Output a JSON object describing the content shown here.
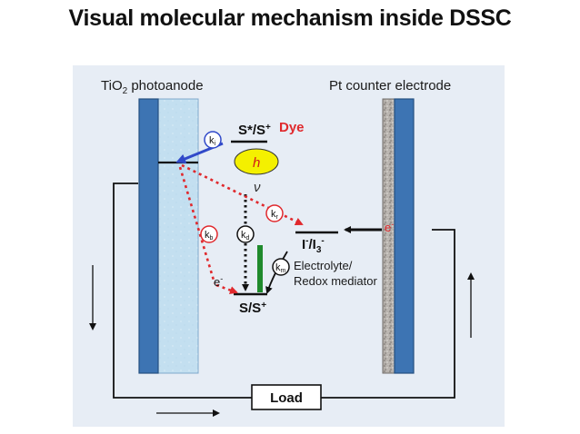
{
  "title": "Visual molecular mechanism inside DSSC",
  "labels": {
    "photoanode_prefix": "TiO",
    "photoanode_sub": "2",
    "photoanode_suffix": " photoanode",
    "counter_electrode": "Pt counter electrode",
    "excited_state": "S*/S",
    "excited_state_sup": "+",
    "dye": "Dye",
    "photon_h": "h",
    "photon_nu": "ν",
    "ground_state": "S/S",
    "ground_state_sup": "+",
    "redox_iodide": "I",
    "redox_iodide_sup": "-",
    "redox_slash": "/I",
    "redox_triiodide_sub": "3",
    "redox_triiodide_sup": "-",
    "electrolyte_line1": "Electrolyte/",
    "electrolyte_line2": "Redox mediator",
    "electron_left": "e",
    "electron_left_sup": "-",
    "electron_right": "e",
    "electron_right_sup": "-",
    "load": "Load"
  },
  "rate_constants": {
    "ki": "k",
    "ki_sub": "i",
    "kr": "k",
    "kr_sub": "r",
    "kb": "k",
    "kb_sub": "b",
    "kd": "k",
    "kd_sub": "d",
    "km": "k",
    "km_sub": "m"
  },
  "colors": {
    "electrode_blue": "#3d74b3",
    "tio2_fill": "#c3dff0",
    "photon_yellow": "#f4f000",
    "red_path": "#e0292d",
    "blue_arrow": "#3049c9",
    "green_bar": "#1f8a2c",
    "panel_bg": "#e7edf5"
  }
}
